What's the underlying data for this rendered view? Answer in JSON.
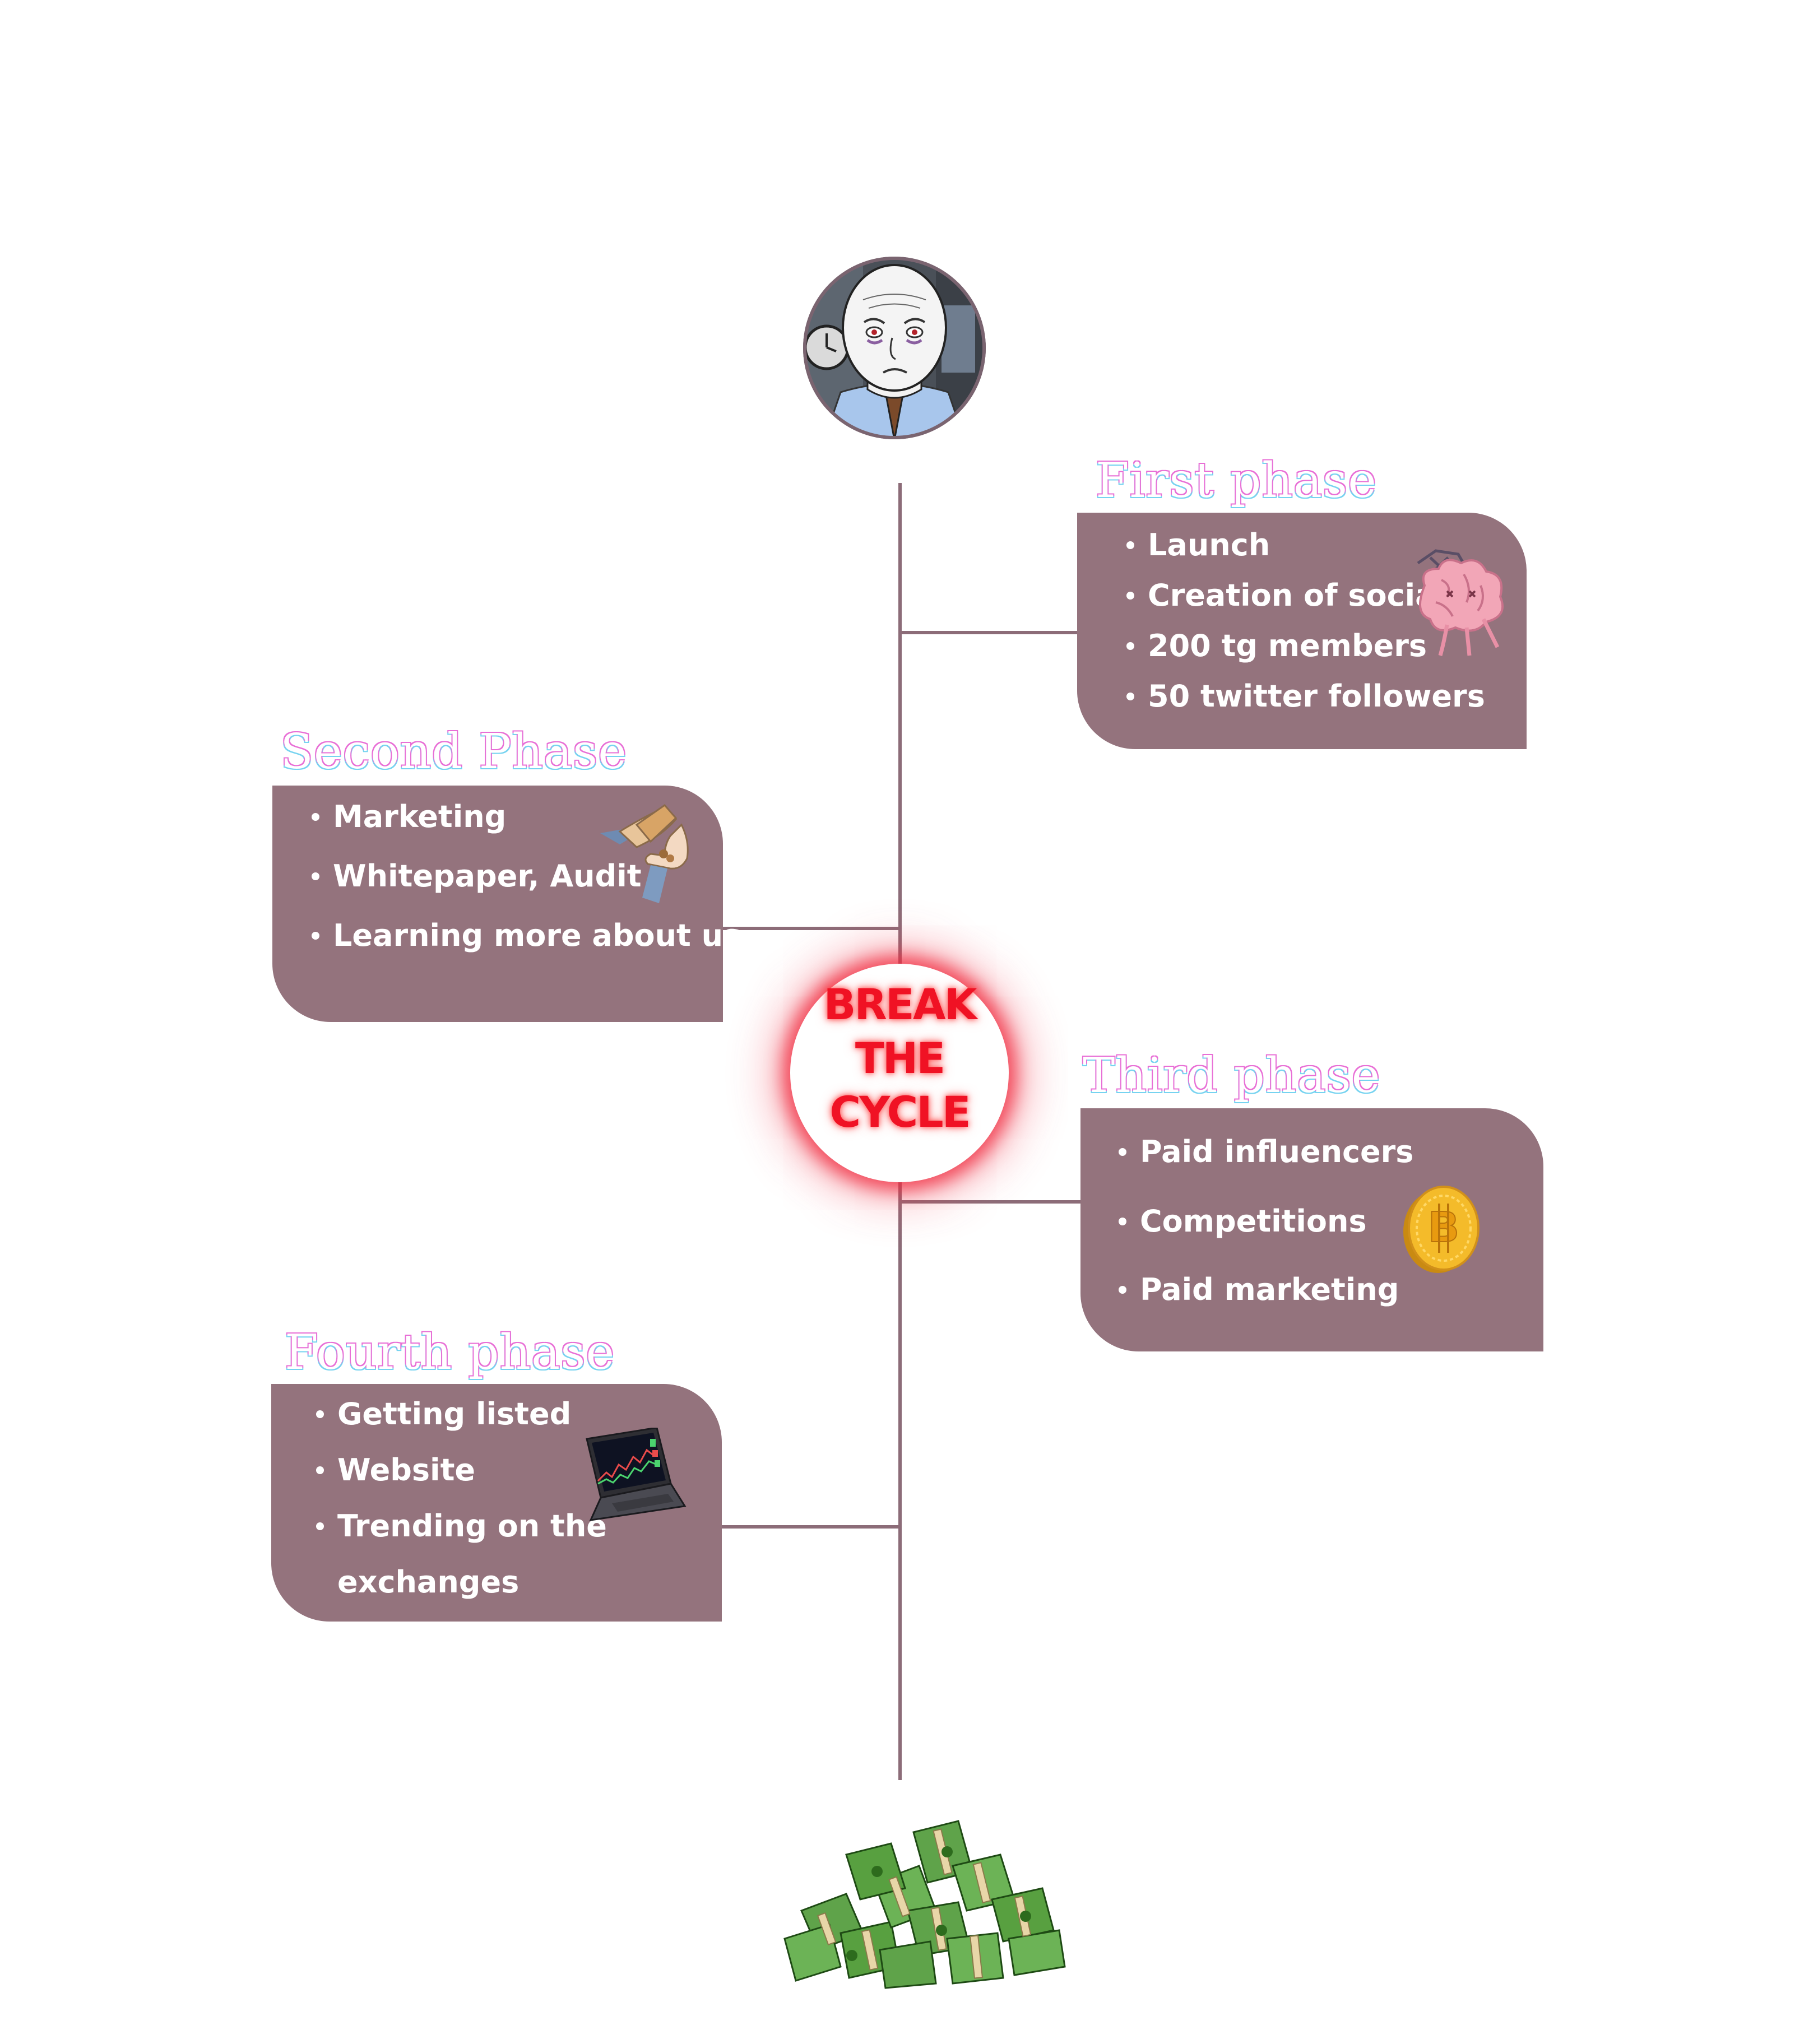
{
  "center": {
    "line1": "BREAK",
    "line2": "THE",
    "line3": "CYCLE"
  },
  "phases": [
    {
      "title": "First phase",
      "items": [
        "Launch",
        "Creation of socials",
        "200 tg members",
        "50 twitter followers"
      ],
      "icon": "brain-icon"
    },
    {
      "title": "Second Phase",
      "items": [
        "Marketing",
        "Whitepaper, Audit",
        "Learning more about us"
      ],
      "icon": "money-exchange-hands-icon"
    },
    {
      "title": "Third phase",
      "items": [
        "Paid influencers",
        "Competitions",
        "Paid marketing"
      ],
      "icon": "bitcoin-coin-icon"
    },
    {
      "title": "Fourth phase",
      "items": [
        "Getting listed",
        "Website",
        "Trending on the",
        "exchanges"
      ],
      "icon": "laptop-chart-icon"
    }
  ],
  "top_image": "wojak-avatar",
  "bottom_image": "cash-pile-icon",
  "colors": {
    "card": "#94737d",
    "line": "#8c6c78",
    "center_text": "#f01224"
  }
}
